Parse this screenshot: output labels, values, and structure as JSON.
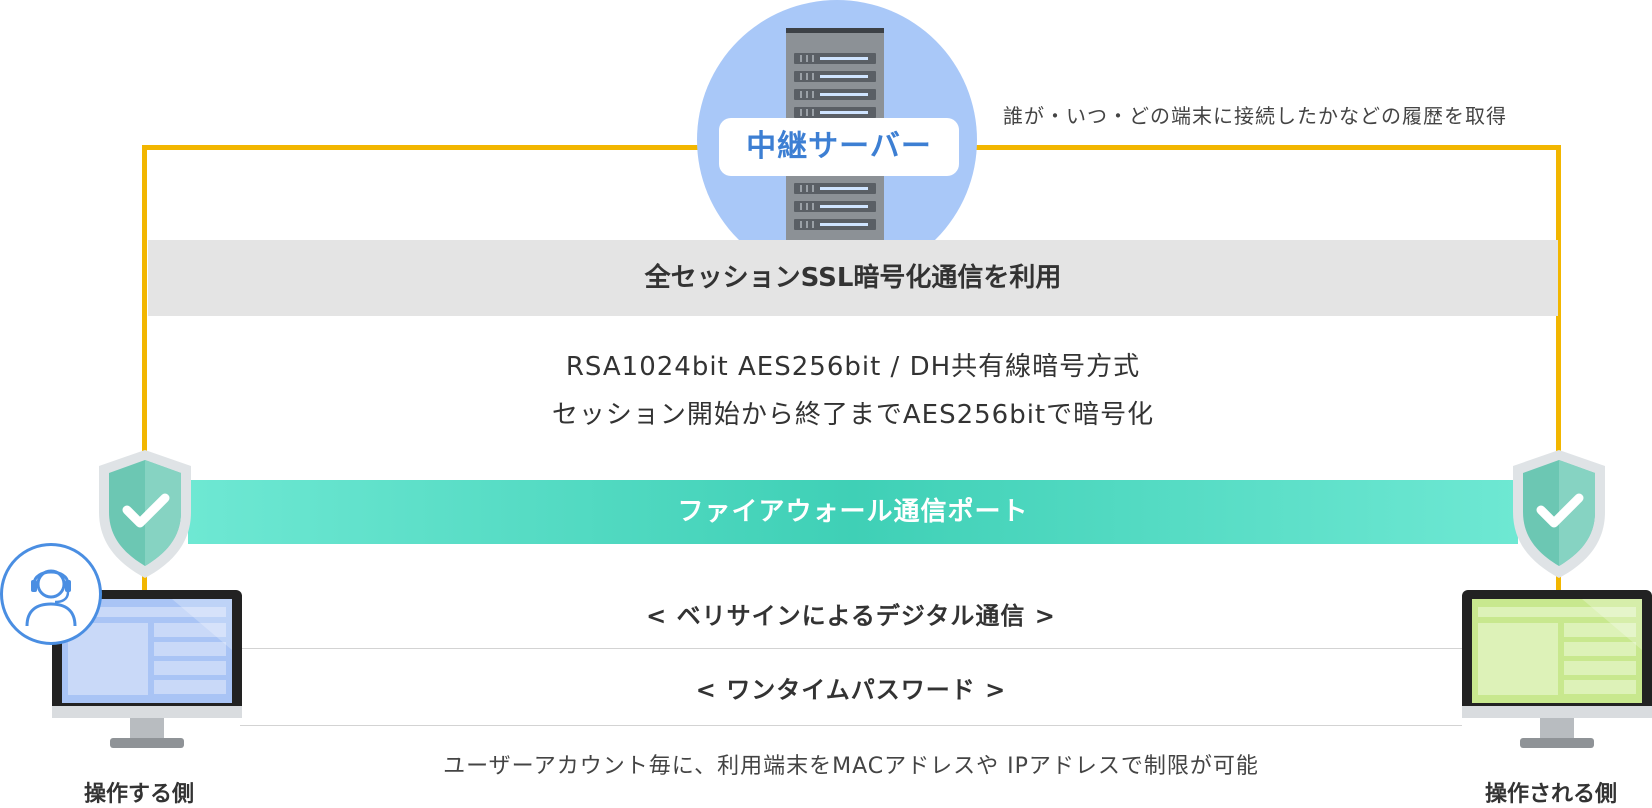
{
  "server": {
    "label": "中継サーバー",
    "history_note": "誰が・いつ・どの端末に接続したかなどの履歴を取得"
  },
  "ssl": {
    "title": "全セッションSSL暗号化通信を利用",
    "line1": "RSA1024bit AES256bit / DH共有線暗号方式",
    "line2": "セッション開始から終了までAES256bitで暗号化"
  },
  "firewall": {
    "label": "ファイアウォール通信ポート"
  },
  "security": {
    "verisign": "< ベリサインによるデジタル通信 >",
    "otp": "< ワンタイムパスワード >",
    "restriction": "ユーザーアカウント毎に、利用端末をMACアドレスや IPアドレスで制限が可能"
  },
  "sides": {
    "operator": "操作する側",
    "operated": "操作される側"
  },
  "icons": {
    "server": "server-rack-icon",
    "shield": "shield-check-icon",
    "monitor": "monitor-icon",
    "operator": "headset-operator-icon"
  },
  "colors": {
    "wire": "#f2b600",
    "server_bg": "#a9c8f8",
    "server_label": "#3d7fd3",
    "firewall": "#3fd0b6",
    "shield": "#6cc7b3",
    "monitor_left": "#a9c4f5",
    "monitor_right": "#c8e88e"
  }
}
